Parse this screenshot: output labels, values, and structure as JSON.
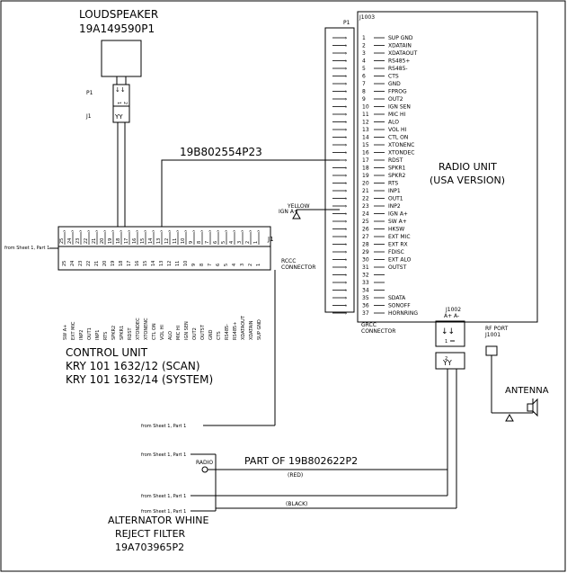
{
  "loudspeaker": {
    "title": "LOUDSPEAKER",
    "part": "19A149590P1",
    "p1": "P1",
    "j1": "J1",
    "pins": [
      "1",
      "2"
    ]
  },
  "cable_main": "19B802554P23",
  "radio_unit": {
    "title_line1": "RADIO UNIT",
    "title_line2": "(USA VERSION)",
    "p1": "P1",
    "j1003": "J1003",
    "pins": [
      {
        "n": "1",
        "s": "SUP GND"
      },
      {
        "n": "2",
        "s": "XDATAIN"
      },
      {
        "n": "3",
        "s": "XDATAOUT"
      },
      {
        "n": "4",
        "s": "RS485+"
      },
      {
        "n": "5",
        "s": "RS485-"
      },
      {
        "n": "6",
        "s": "CTS"
      },
      {
        "n": "7",
        "s": "GND"
      },
      {
        "n": "8",
        "s": "FPROG"
      },
      {
        "n": "9",
        "s": "OUT2"
      },
      {
        "n": "10",
        "s": "IGN SEN"
      },
      {
        "n": "11",
        "s": "MIC HI"
      },
      {
        "n": "12",
        "s": "ALO"
      },
      {
        "n": "13",
        "s": "VOL HI"
      },
      {
        "n": "14",
        "s": "CTL ON"
      },
      {
        "n": "15",
        "s": "XTONENC"
      },
      {
        "n": "16",
        "s": "XTONDEC"
      },
      {
        "n": "17",
        "s": "RDST"
      },
      {
        "n": "18",
        "s": "SPKR1"
      },
      {
        "n": "19",
        "s": "SPKR2"
      },
      {
        "n": "20",
        "s": "RTS"
      },
      {
        "n": "21",
        "s": "INP1"
      },
      {
        "n": "22",
        "s": "OUT1"
      },
      {
        "n": "23",
        "s": "INP2"
      },
      {
        "n": "24",
        "s": "IGN A+"
      },
      {
        "n": "25",
        "s": "SW A+"
      },
      {
        "n": "26",
        "s": "HKSW"
      },
      {
        "n": "27",
        "s": "EXT MIC"
      },
      {
        "n": "28",
        "s": "EXT RX"
      },
      {
        "n": "29",
        "s": "FDISC"
      },
      {
        "n": "30",
        "s": "EXT ALO"
      },
      {
        "n": "31",
        "s": "OUTST"
      },
      {
        "n": "32",
        "s": ""
      },
      {
        "n": "33",
        "s": ""
      },
      {
        "n": "34",
        "s": ""
      },
      {
        "n": "35",
        "s": "SDATA"
      },
      {
        "n": "36",
        "s": "SONOFF"
      },
      {
        "n": "37",
        "s": "HORNRING"
      }
    ],
    "grcc_line1": "GRCC",
    "grcc_line2": "CONNECTOR"
  },
  "j1002": {
    "label": "J1002",
    "pins_label": "A+  A-",
    "pin1": "1",
    "pin2": "2"
  },
  "rf_port": {
    "line1": "RF PORT",
    "line2": "J1001"
  },
  "antenna": "ANTENNA",
  "ign": {
    "label": "IGN A+",
    "wire": "YELLOW"
  },
  "j1_block": {
    "label": "J1",
    "rccc_line1": "RCCC",
    "rccc_line2": "CONNECTOR",
    "from_sheet": "from Sheet 1, Part 1",
    "pin_top": [
      "25",
      "24",
      "23",
      "22",
      "21",
      "20",
      "19",
      "18",
      "17",
      "16",
      "15",
      "14",
      "13",
      "12",
      "11",
      "10",
      "9",
      "8",
      "7",
      "6",
      "5",
      "4",
      "3",
      "2",
      "1"
    ],
    "signals": [
      "SW A+",
      "EXT MIC",
      "INP2",
      "OUT1",
      "INP1",
      "RTS",
      "SPKR2",
      "SPKR1",
      "RDST",
      "XTONDEC",
      "XTONENC",
      "CTL ON",
      "VOL HI",
      "ALO",
      "MIC HI",
      "IGN SEN",
      "OUT2",
      "OUTST",
      "GND",
      "CTS",
      "RS485-",
      "RS485+",
      "XDATAOUT",
      "XDATAIN",
      "SUP GND"
    ]
  },
  "control_unit": {
    "line1": "CONTROL UNIT",
    "line2": "KRY 101 1632/12 (SCAN)",
    "line3": "KRY 101 1632/14 (SYSTEM)"
  },
  "sheet_refs": {
    "ref_a": "from Sheet 1, Part 1",
    "ref_b": "from Sheet 1, Part 1",
    "ref_c": "from Sheet 1, Part 1",
    "ref_d": "from Sheet 1, Part 1"
  },
  "filter": {
    "radio": "RADIO",
    "part_of": "PART OF 19B802622P2",
    "red": "(RED)",
    "black": "(BLACK)",
    "line1": "ALTERNATOR WHINE",
    "line2": "REJECT FILTER",
    "line3": "19A703965P2"
  }
}
